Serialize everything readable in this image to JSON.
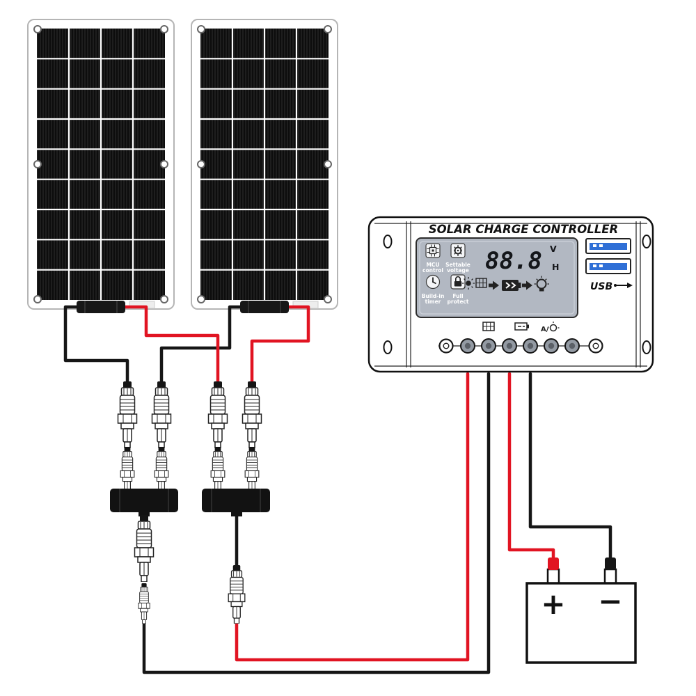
{
  "controller": {
    "title": "SOLAR CHARGE CONTROLLER",
    "display": {
      "value": "88.8",
      "unit_top": "V",
      "unit_bottom": "H"
    },
    "features": [
      {
        "line1": "MCU",
        "line2": "control"
      },
      {
        "line1": "Settable",
        "line2": "voltage"
      },
      {
        "line1": "Build-in",
        "line2": "timer"
      },
      {
        "line1": "Full",
        "line2": "protect"
      }
    ],
    "usb_label": "USB",
    "load_label": "A/"
  },
  "battery": {
    "positive": "+",
    "negative": "−"
  },
  "colors": {
    "wire_red": "#e11422",
    "wire_black": "#161616",
    "lcd_gray": "#b2b8c2",
    "usb_blue": "#2f6fd6",
    "connector_black": "#121212"
  }
}
